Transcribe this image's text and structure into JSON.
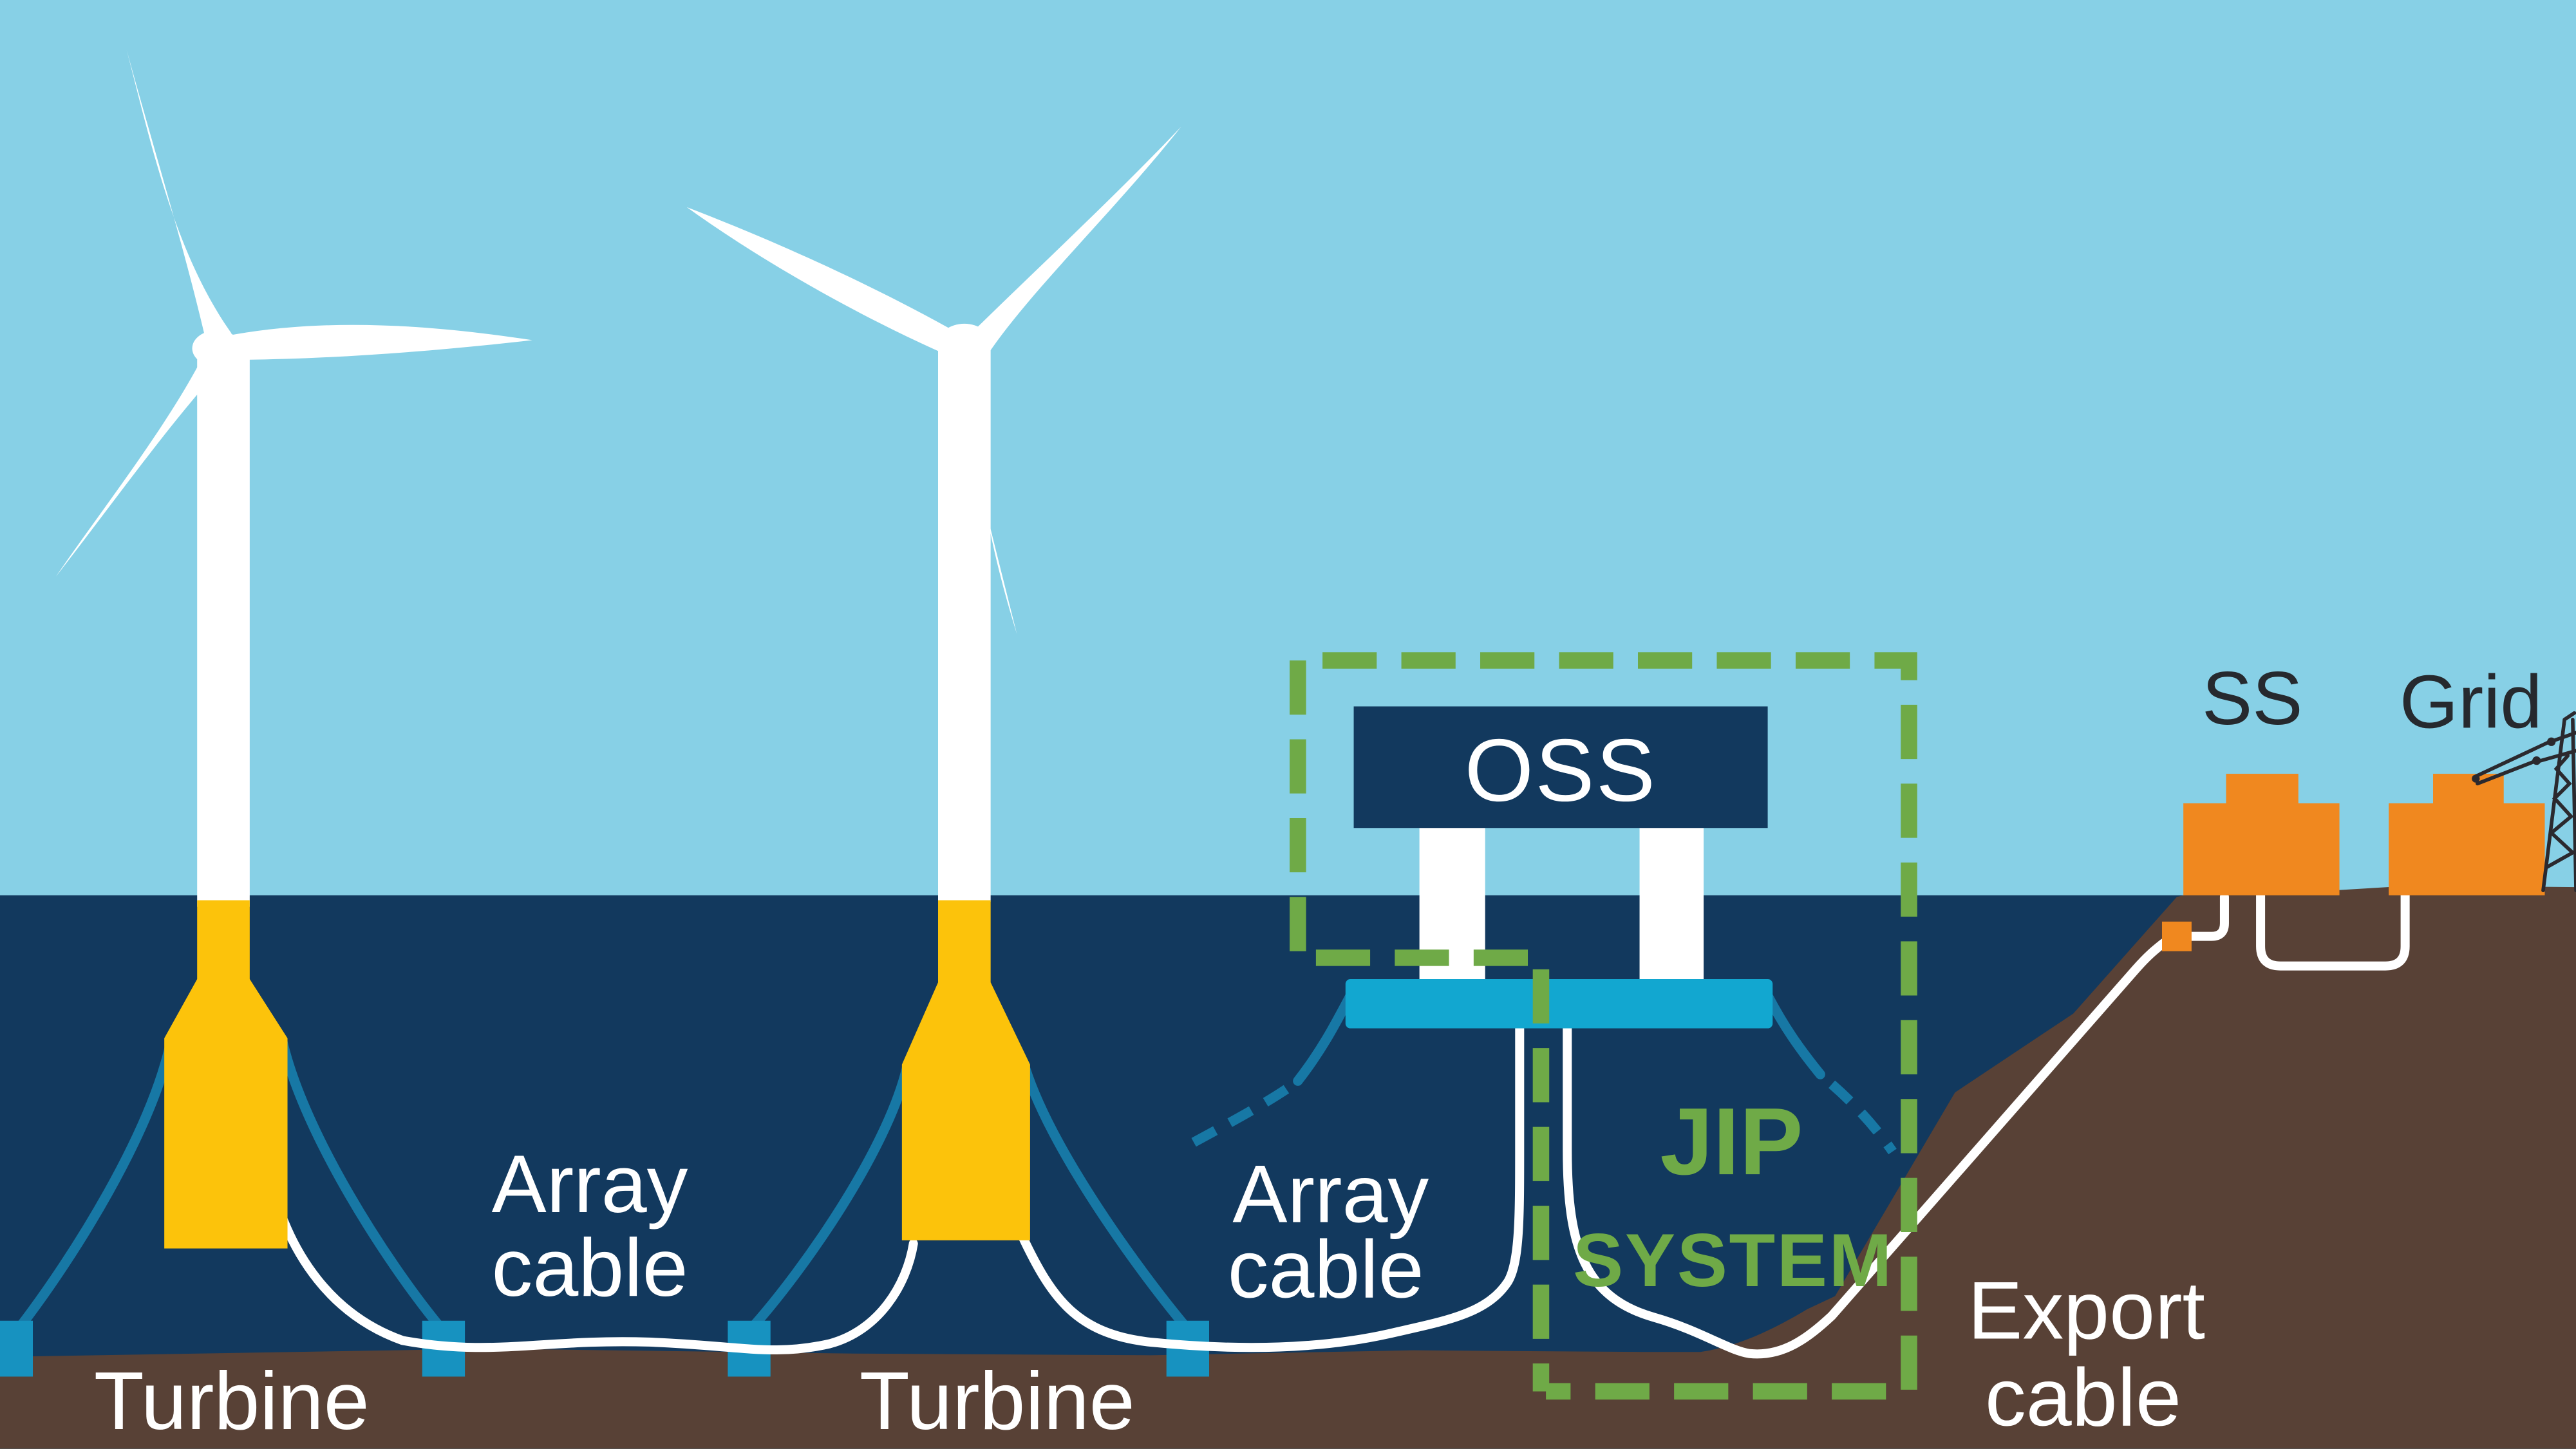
{
  "title": "Floating offshore wind farm power export diagram",
  "colors": {
    "sky": "#87D0E6",
    "sea": "#12395E",
    "seabed": "#584136",
    "turbine_white": "#FFFFFF",
    "float_yellow": "#FCC30B",
    "mooring_blue": "#1778A5",
    "anchor_teal": "#1792C0",
    "platform_teal": "#12A7D0",
    "cable_white": "#FFFFFF",
    "highlight_green": "#6FAA47",
    "building_orange": "#F0881F",
    "label_white": "#FFFFFF",
    "label_dark": "#26292E",
    "pylon_dark": "#2B292E"
  },
  "labels": {
    "oss": "OSS",
    "ss": "SS",
    "grid": "Grid",
    "turbine_left": "Turbine",
    "turbine_right": "Turbine",
    "array_cable_left": {
      "line1": "Array",
      "line2": "cable"
    },
    "array_cable_right": {
      "line1": "Array",
      "line2": "cable"
    },
    "export_cable": {
      "line1": "Export",
      "line2": "cable"
    },
    "jip_system": {
      "line1": "JIP",
      "line2": "SYSTEM"
    }
  }
}
